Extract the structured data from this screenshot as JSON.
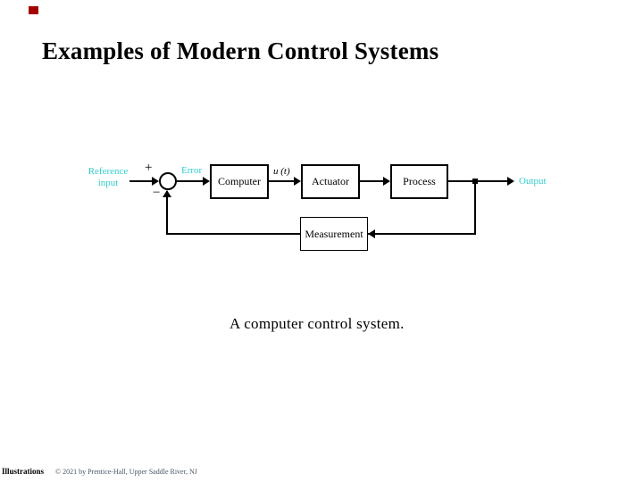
{
  "slide": {
    "title": "Examples of Modern Control Systems",
    "caption": "A computer control system.",
    "footer": {
      "label": "Illustrations",
      "copyright": "© 2021 by Prentice-Hall, Upper Saddle River, NJ"
    }
  },
  "diagram": {
    "type": "block-diagram",
    "labels": {
      "reference_line1": "Reference",
      "reference_line2": "input",
      "error": "Error",
      "control_signal": "u (t)",
      "output": "Output",
      "plus": "+",
      "minus": "−"
    },
    "blocks": [
      {
        "label": "Computer"
      },
      {
        "label": "Actuator"
      },
      {
        "label": "Process"
      },
      {
        "label": "Measurement"
      }
    ],
    "colors": {
      "signal_label": "#33cccc",
      "line": "#000000",
      "marker": "#a40000"
    }
  }
}
